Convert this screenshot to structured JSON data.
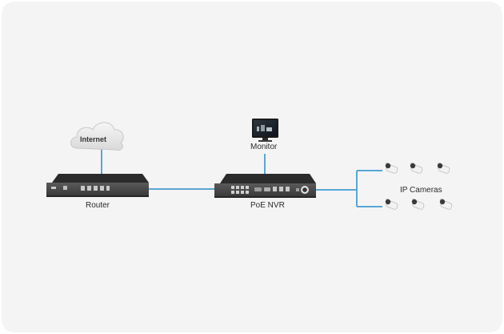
{
  "diagram": {
    "nodes": {
      "internet": "Internet",
      "monitor": "Monitor",
      "router": "Router",
      "nvr": "PoE NVR",
      "cameras": "IP Cameras"
    },
    "camera_count": 6,
    "colors": {
      "background": "#f4f4f4",
      "link": "#5aa6d6",
      "device_body": "#4a4a4a",
      "device_top": "#2b2b2b"
    }
  }
}
